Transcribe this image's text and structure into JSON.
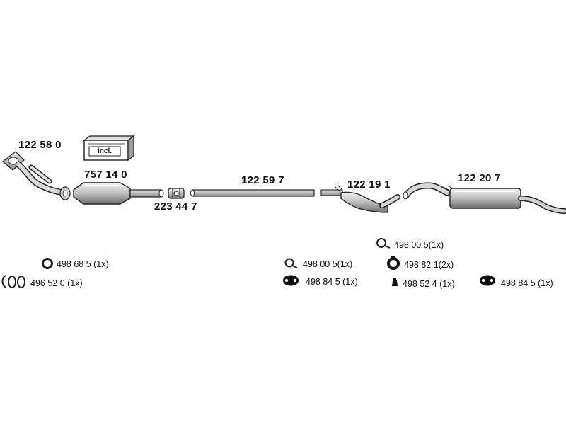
{
  "parts": {
    "front_pipe": "122 58 0",
    "kit_label": "incl.",
    "catalyst": "757 14 0",
    "clamp": "223 44 7",
    "middle_pipe": "122 59 7",
    "middle_silencer": "122 19 1",
    "rear_silencer": "122 20 7"
  },
  "accessories": {
    "ring_left": "498 68 5 (1x)",
    "clamps_left": "496 52 0 (1x)",
    "ring_mid": "498 00 5(1x)",
    "hanger_mid": "498 84 5 (1x)",
    "ring_right": "498 00 5(1x)",
    "rubber_right": "498 82 1(2x)",
    "bolt_right": "498 52 4 (1x)",
    "hanger_right": "498 84 5 (1x)"
  }
}
